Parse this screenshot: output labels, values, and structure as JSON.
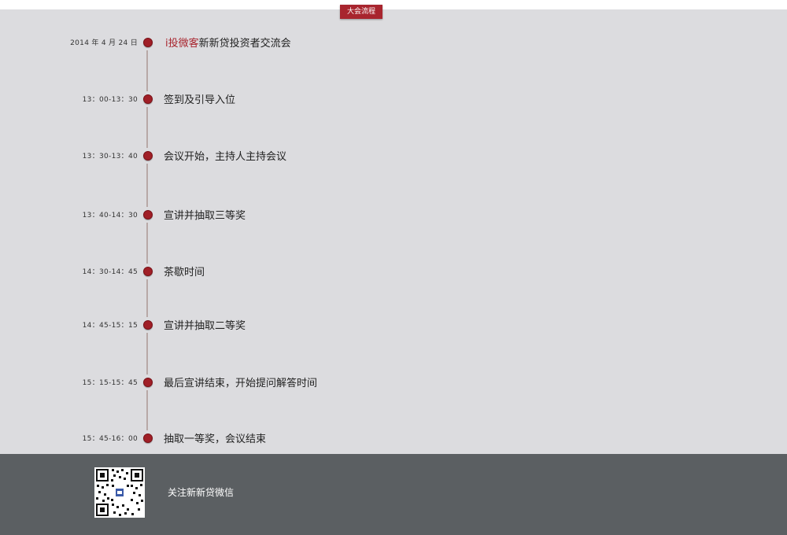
{
  "header": {
    "tab_label": "大会流程"
  },
  "timeline": {
    "events": [
      {
        "time": "2014 年 4 月 24 日",
        "brand": "i投微客",
        "title": "新新贷投资者交流会"
      },
      {
        "time": "13：00-13：30",
        "title": "签到及引导入位"
      },
      {
        "time": "13：30-13：40",
        "title": "会议开始，主持人主持会议"
      },
      {
        "time": "13：40-14：30",
        "title": "宣讲并抽取三等奖"
      },
      {
        "time": "14：30-14：45",
        "title": "茶歇时间"
      },
      {
        "time": "14：45-15：15",
        "title": "宣讲并抽取二等奖"
      },
      {
        "time": "15：15-15：45",
        "title": "最后宣讲结束，开始提问解答时间"
      },
      {
        "time": "15：45-16：00",
        "title": "抽取一等奖，会议结束"
      }
    ]
  },
  "footer": {
    "follow_text": "关注新新贷微信"
  },
  "colors": {
    "accent": "#a8252e",
    "background": "#dcdcdf",
    "footer": "#5b5f62"
  }
}
